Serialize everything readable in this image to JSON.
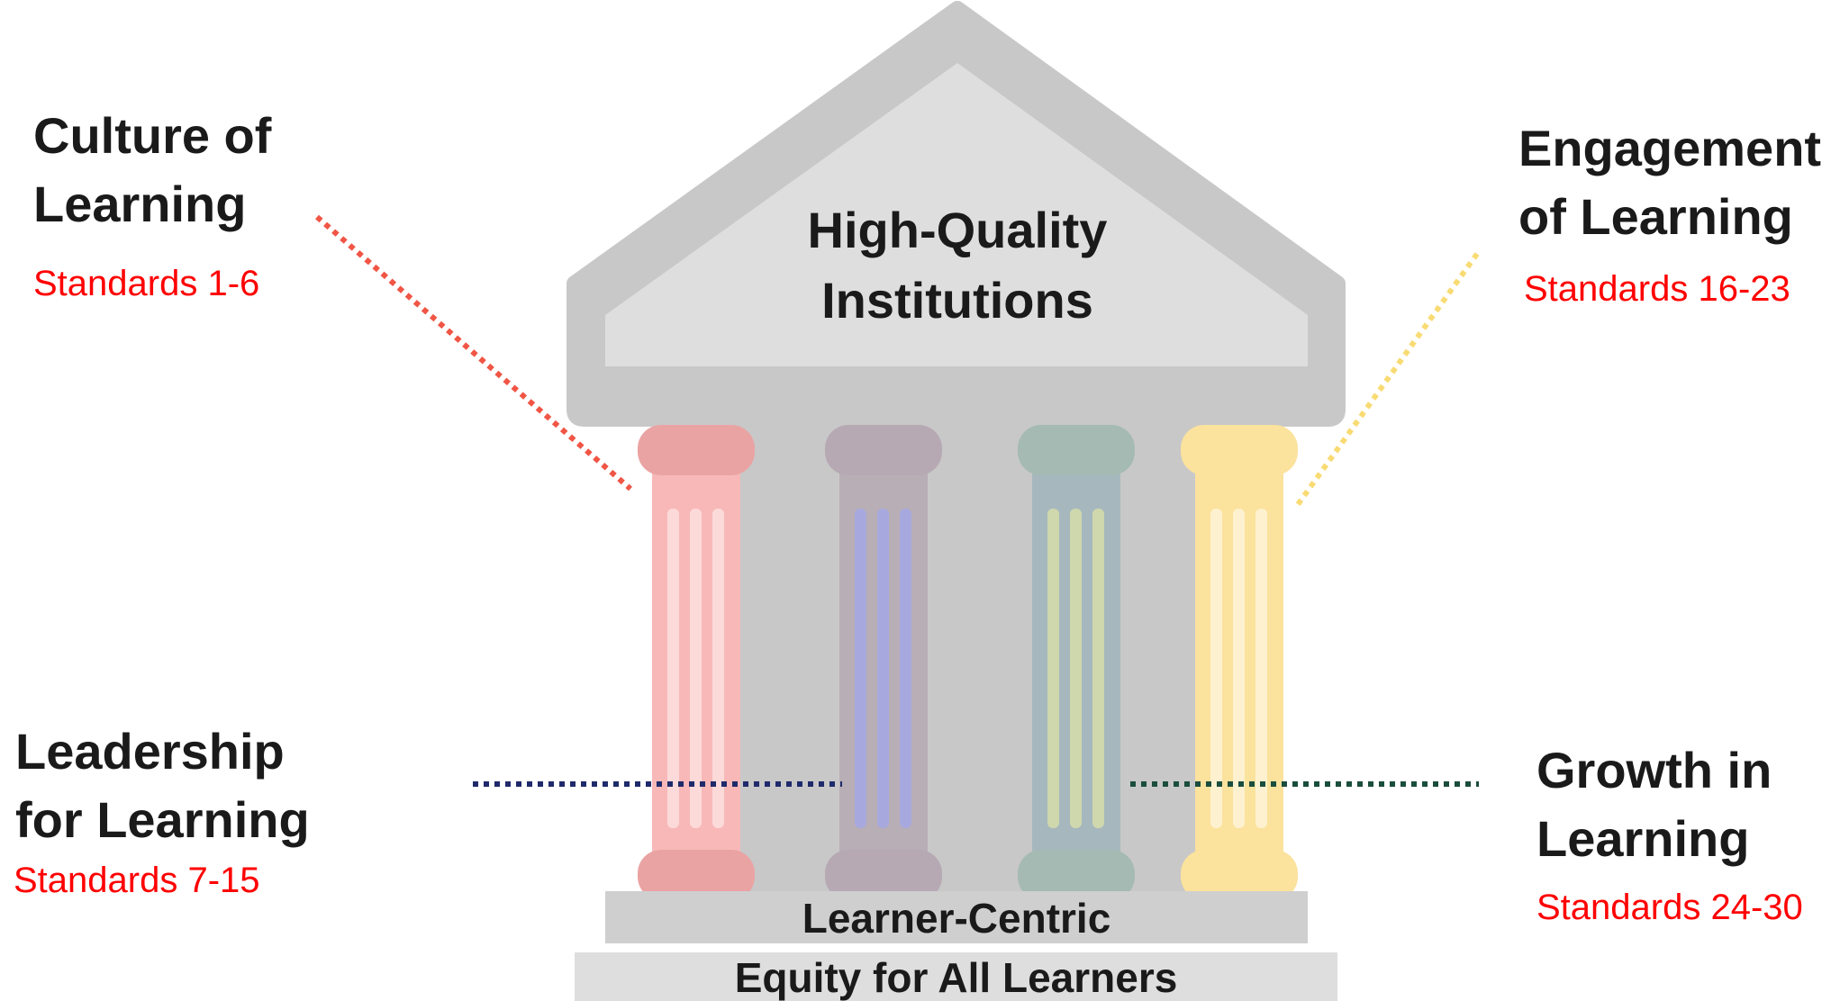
{
  "building": {
    "roof_title_line1": "High-Quality",
    "roof_title_line2": "Institutions",
    "base_upper": "Learner-Centric",
    "base_lower": "Equity for All Learners"
  },
  "pillars": [
    {
      "title_line1": "Culture of",
      "title_line2": "Learning",
      "standards": "Standards 1-6",
      "color": "#f8b8b8",
      "cap_color": "#eaa3a3",
      "flute_color": "#fcdada",
      "connector_color": "#f05545"
    },
    {
      "title_line1": "Leadership",
      "title_line2": "for Learning",
      "standards": "Standards 7-15",
      "color": "#b8aeb6",
      "cap_color": "#b7a9b3",
      "flute_color": "#a7a9de",
      "connector_color": "#1f2a6b"
    },
    {
      "title_line1": "Growth in",
      "title_line2": "Learning",
      "standards": "Standards 24-30",
      "color": "#a6b8bd",
      "cap_color": "#a6bab4",
      "flute_color": "#cfd7ad",
      "connector_color": "#1b4d3e"
    },
    {
      "title_line1": "Engagement",
      "title_line2": "of Learning",
      "standards": "Standards 16-23",
      "color": "#fbe29d",
      "cap_color": "#fbe29d",
      "flute_color": "#fdf1cf",
      "connector_color": "#f9db74"
    }
  ],
  "colors": {
    "roof_outer": "#c8c8c8",
    "roof_inner": "#dedede",
    "wall": "#c8c8c8",
    "base_upper": "#cfcfcf",
    "base_lower": "#dedede",
    "standards_text": "#ff0000"
  }
}
